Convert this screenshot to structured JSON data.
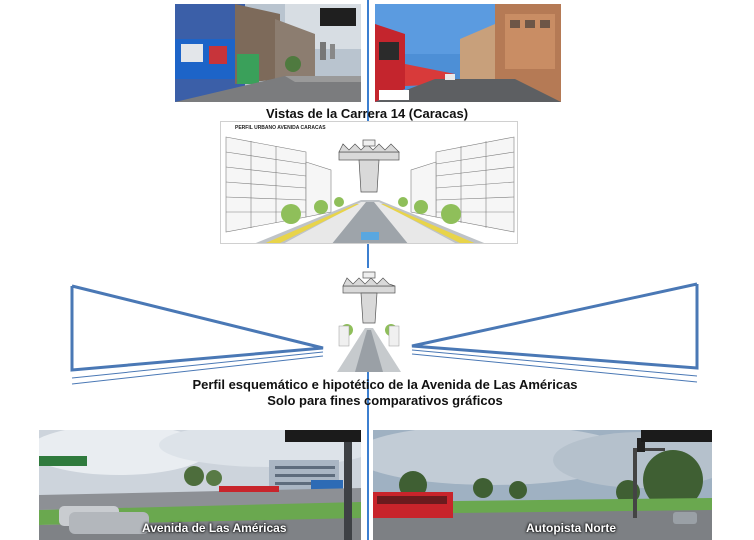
{
  "top_caption": "Vistas  de la Carrera 14 (Caracas)",
  "profile_title": "PERFIL URBANO AVENIDA CARACAS",
  "middle_caption_line1": "Perfil esquemático e hipotético de la Avenida de Las Américas",
  "middle_caption_line2": "Solo para fines comparativos gráficos",
  "bottom_left_label": "Avenida de Las Américas",
  "bottom_right_label": "Autopista  Norte",
  "colors": {
    "outline_blue": "#4a78b5",
    "divider_blue": "#3c7fd0",
    "busway_red": "#c8242b",
    "grass_green": "#6aa84f"
  }
}
